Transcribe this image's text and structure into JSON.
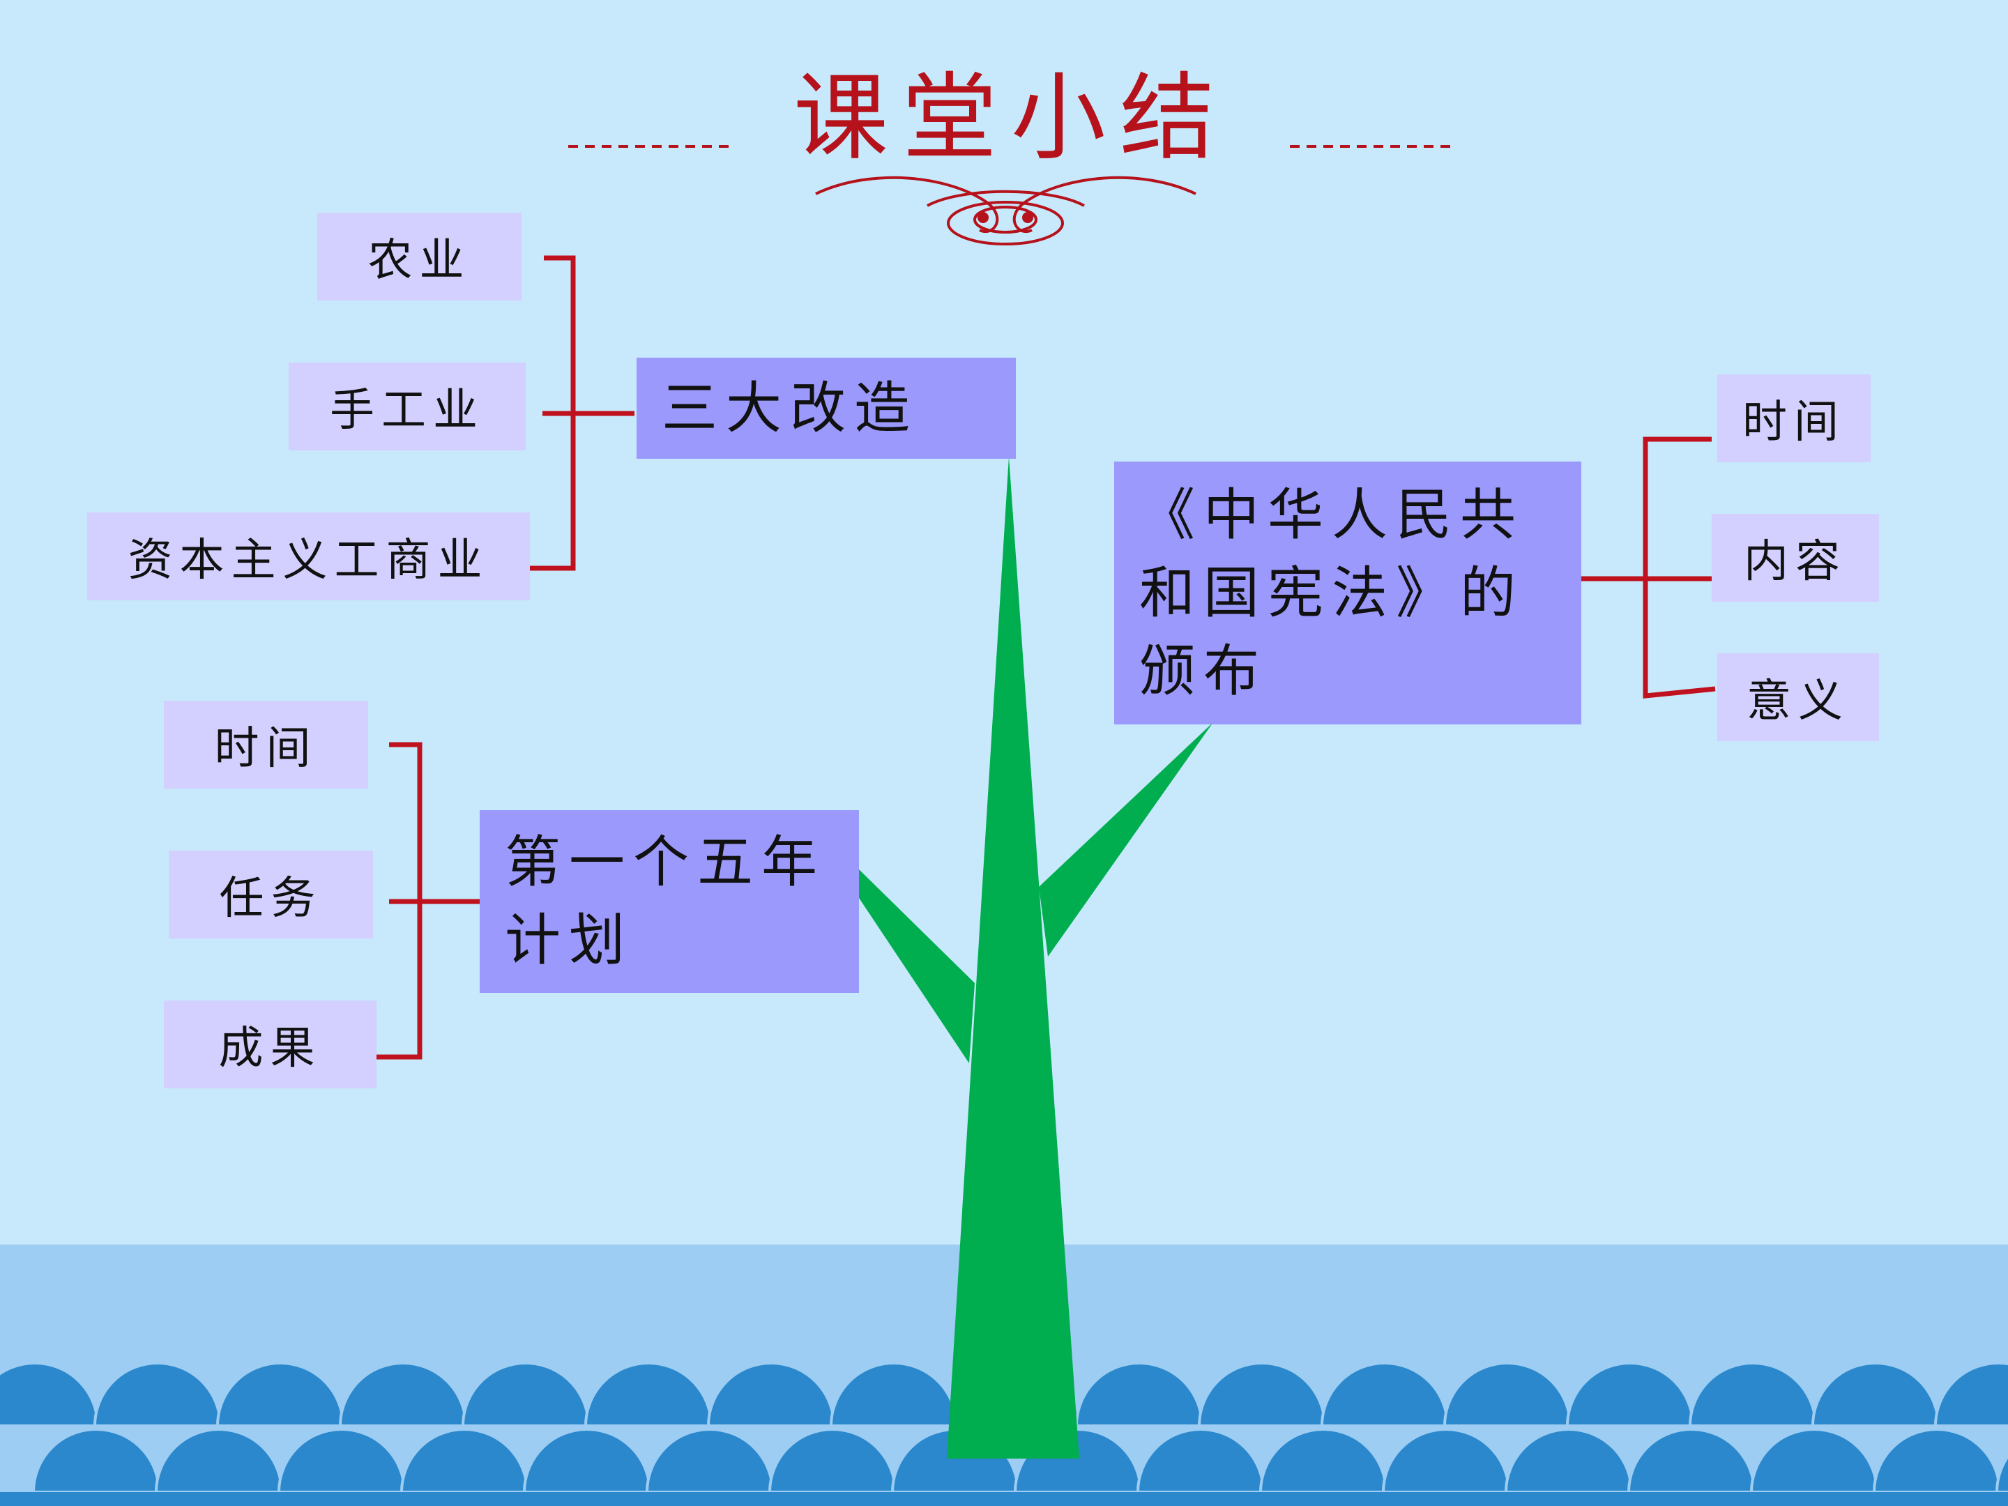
{
  "title": "课堂小结",
  "colors": {
    "background": "#c7e9fb",
    "title": "#b5121b",
    "connector": "#c0121e",
    "main_box": "#9b9afc",
    "leaf_box": "#d3cfff",
    "trunk": "#00ae4f",
    "sea_light": "#9dcdf2",
    "sea_wave": "#2b88cc"
  },
  "groups": {
    "reform": {
      "label": "三大改造",
      "items": [
        "农业",
        "手工业",
        "资本主义工商业"
      ]
    },
    "five_year_plan": {
      "label": "第一个五年计划",
      "items": [
        "时间",
        "任务",
        "成果"
      ]
    },
    "constitution": {
      "label": "《中华人民共和国宪法》的颁布",
      "items": [
        "时间",
        "内容",
        "意义"
      ]
    }
  }
}
